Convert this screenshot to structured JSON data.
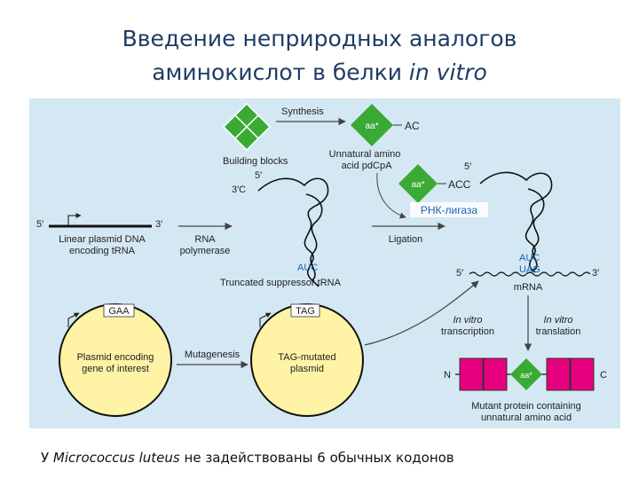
{
  "title": {
    "line1": "Введение неприродных аналогов",
    "line2_pre": "аминокислот в белки ",
    "line2_italic": "in vitro"
  },
  "diagram": {
    "synthesis": "Synthesis",
    "aa_label": "aa*",
    "ac": "AC",
    "unnatural_1": "Unnatural amino",
    "unnatural_2": "acid pdCpA",
    "building_blocks": "Building blocks",
    "five_prime": "5′",
    "three_prime": "3′",
    "three_prime_c": "3′C",
    "acc": "ACC",
    "rna_ligase": "РНК-лигаза",
    "linear_1": "Linear plasmid DNA",
    "linear_2": "encoding tRNA",
    "rna_1": "RNA",
    "rna_2": "polymerase",
    "ligation": "Ligation",
    "auc": "AUC",
    "uag": "UAG",
    "truncated": "Truncated suppressor tRNA",
    "mrna": "mRNA",
    "gaa": "GAA",
    "tag": "TAG",
    "plasmid_1": "Plasmid encoding",
    "plasmid_2": "gene of interest",
    "mutagenesis": "Mutagenesis",
    "tagmut_1": "TAG-mutated",
    "tagmut_2": "plasmid",
    "ivt_1": "In vitro",
    "ivt_2": "transcription",
    "ivtl_1": "In vitro",
    "ivtl_2": "translation",
    "n": "N",
    "c": "C",
    "mutant_1": "Mutant protein containing",
    "mutant_2": "unnatural amino acid"
  },
  "caption": {
    "pre": "У ",
    "species": "Micrococcus luteus",
    "post": " не задействованы 6 обычных кодонов"
  },
  "colors": {
    "panel": "#d4e8f3",
    "green": "#3aaa35",
    "magenta": "#e6007e",
    "circle": "#fff3a6",
    "title": "#1f3b64",
    "ligase": "#1a5fb4"
  }
}
